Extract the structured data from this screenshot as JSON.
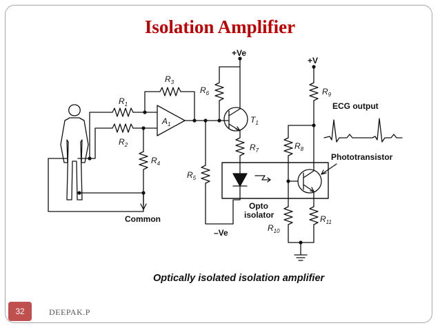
{
  "slide": {
    "title": "Isolation Amplifier",
    "page_number": "32",
    "author": "DEEPAK.P"
  },
  "diagram": {
    "caption": "Optically isolated isolation amplifier",
    "supply_pos_ve": "+Ve",
    "supply_pos_v": "+V",
    "supply_neg_ve": "–Ve",
    "common_label": "Common",
    "ecg_output_label": "ECG output",
    "phototransistor_label": "Phototransistor",
    "opto_label": "Opto",
    "isolator_label": "isolator",
    "amp_label": "A",
    "amp_sub": "1",
    "transistor_label": "T",
    "transistor_sub": "1",
    "resistors": [
      {
        "main": "R",
        "sub": "1"
      },
      {
        "main": "R",
        "sub": "2"
      },
      {
        "main": "R",
        "sub": "3"
      },
      {
        "main": "R",
        "sub": "4"
      },
      {
        "main": "R",
        "sub": "5"
      },
      {
        "main": "R",
        "sub": "6"
      },
      {
        "main": "R",
        "sub": "7"
      },
      {
        "main": "R",
        "sub": "8"
      },
      {
        "main": "R",
        "sub": "9"
      },
      {
        "main": "R",
        "sub": "10"
      },
      {
        "main": "R",
        "sub": "11"
      }
    ]
  }
}
